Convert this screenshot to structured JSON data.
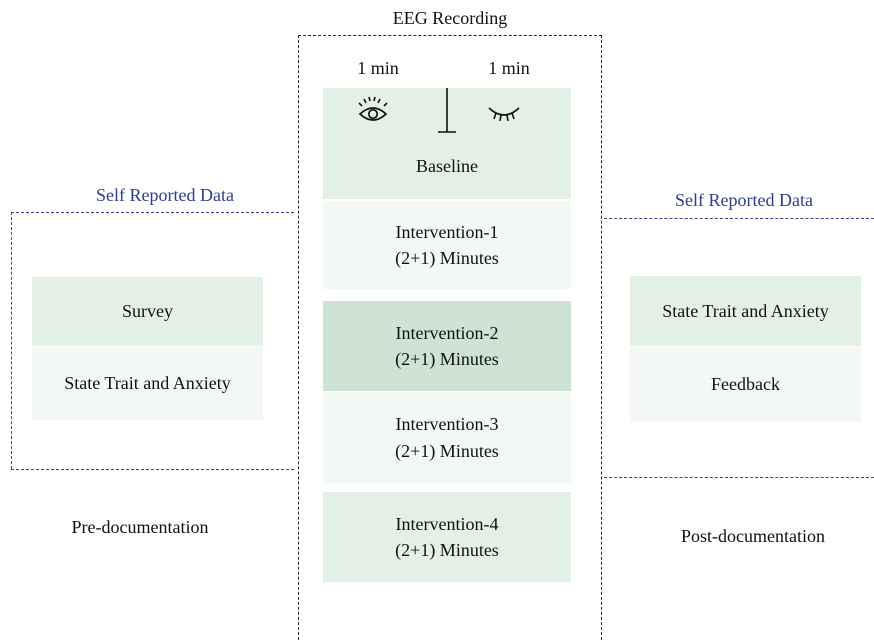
{
  "eeg": {
    "title": "EEG Recording",
    "time_left": "1 min",
    "time_right": "1 min",
    "baseline": "Baseline",
    "interventions": [
      {
        "title": "Intervention-1",
        "duration": "(2+1) Minutes"
      },
      {
        "title": "Intervention-2",
        "duration": "(2+1) Minutes"
      },
      {
        "title": "Intervention-3",
        "duration": "(2+1) Minutes"
      },
      {
        "title": "Intervention-4",
        "duration": "(2+1) Minutes"
      }
    ]
  },
  "left_panel": {
    "header": "Self Reported Data",
    "items": [
      "Survey",
      "State Trait and Anxiety"
    ],
    "footer": "Pre-documentation"
  },
  "right_panel": {
    "header": "Self Reported Data",
    "items": [
      "State Trait and Anxiety",
      "Feedback"
    ],
    "footer": "Post-documentation"
  },
  "icons": {
    "open_eye": "open-eye-icon",
    "closed_eye": "closed-eye-icon",
    "divider": "divider-icon"
  },
  "colors": {
    "light_green": "#e3f0e5",
    "medium_green": "#cfe3d5",
    "very_light_green": "#f4f8f5",
    "dash_blue": "#3b4688",
    "text_blue": "#2f3c8f"
  }
}
